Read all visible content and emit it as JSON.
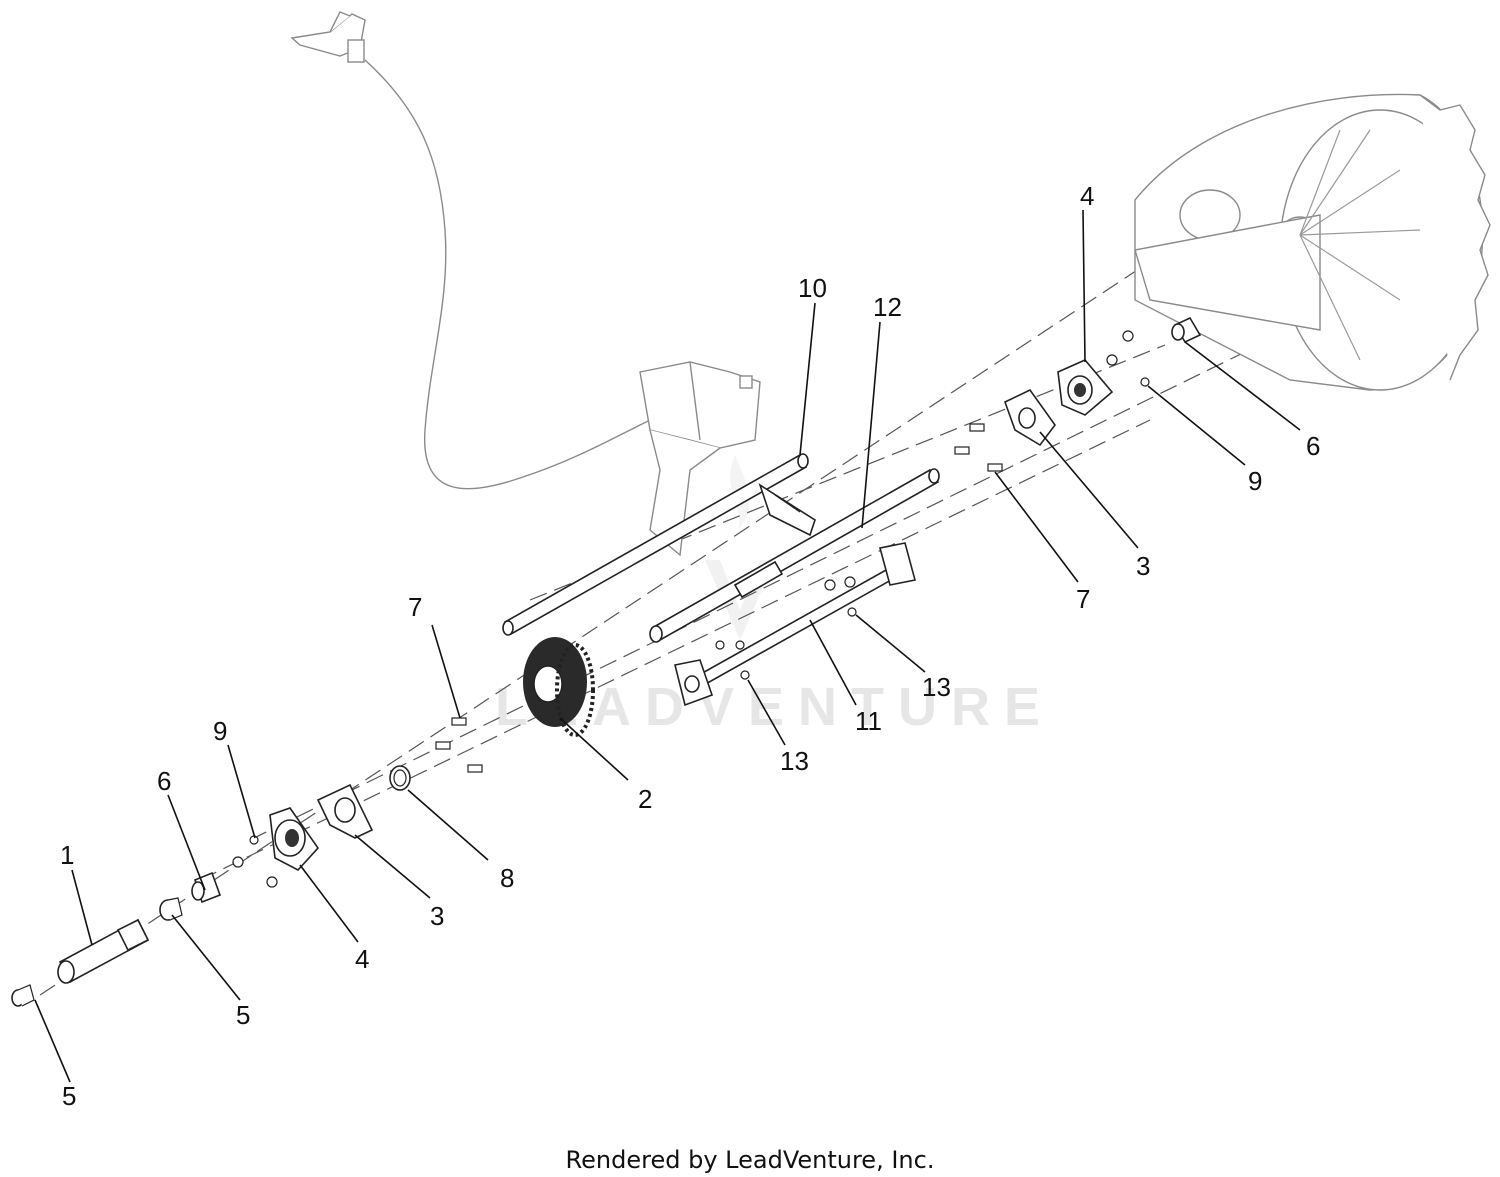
{
  "diagram": {
    "watermark": "LEADVENTURE",
    "footer": "Rendered by LeadVenture, Inc.",
    "callouts": {
      "c1": "1",
      "c2": "2",
      "c3a": "3",
      "c3b": "3",
      "c4a": "4",
      "c4b": "4",
      "c5a": "5",
      "c5b": "5",
      "c6a": "6",
      "c6b": "6",
      "c7a": "7",
      "c7b": "7",
      "c8": "8",
      "c9a": "9",
      "c9b": "9",
      "c10": "10",
      "c11": "11",
      "c12": "12",
      "c13a": "13",
      "c13b": "13"
    }
  }
}
